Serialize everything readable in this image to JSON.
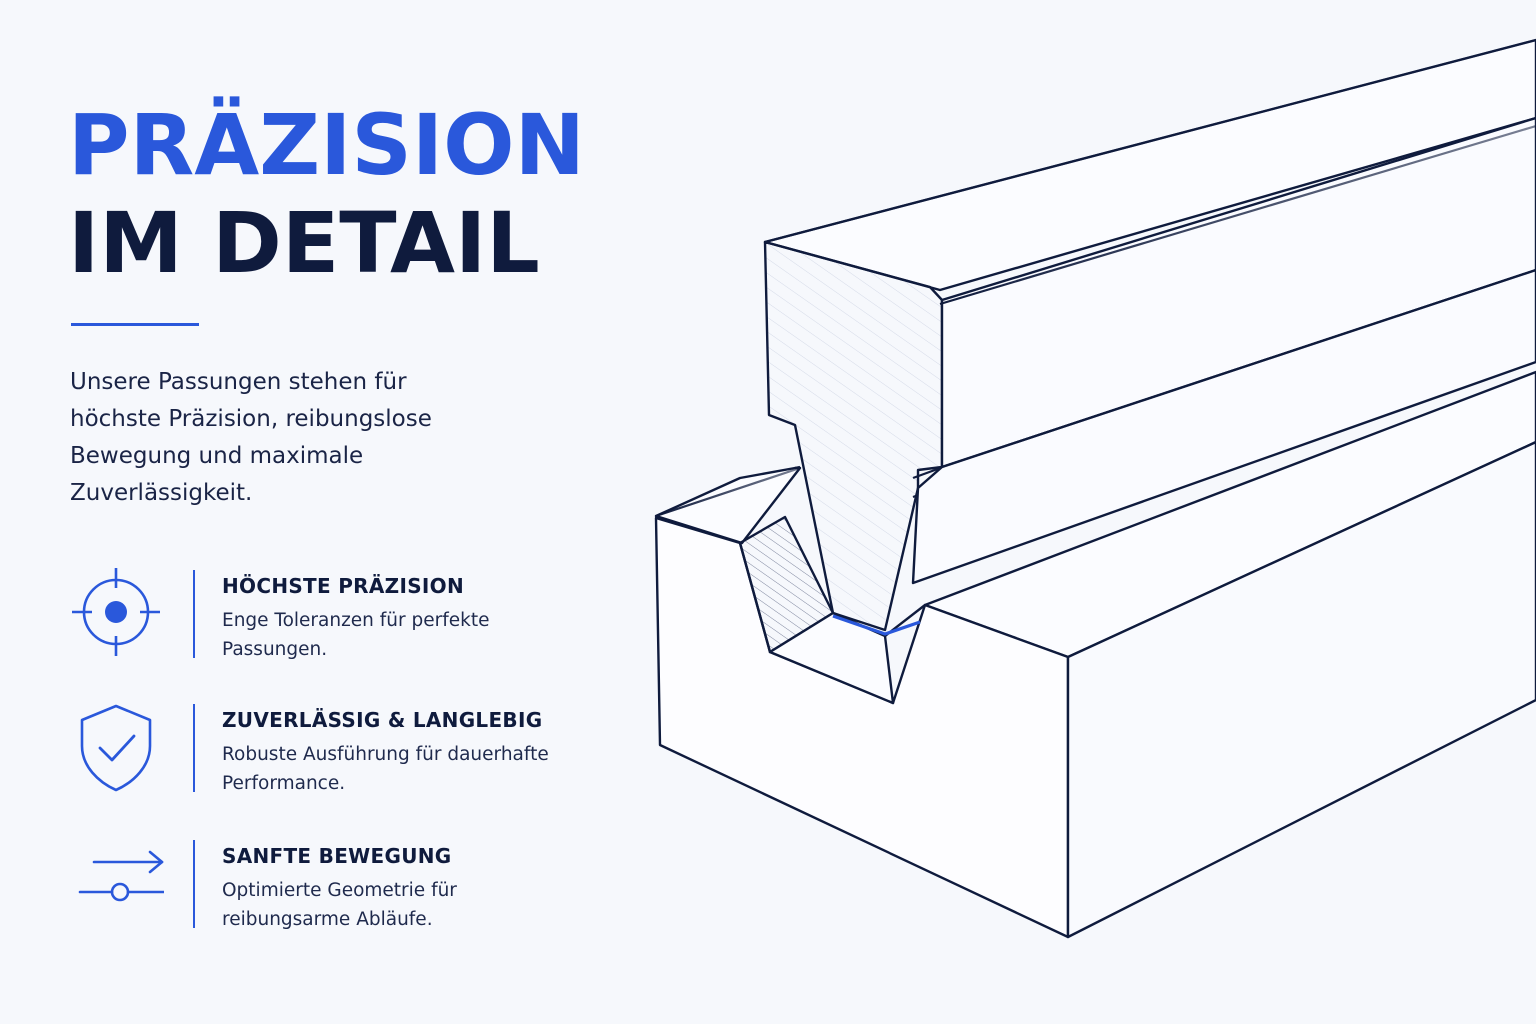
{
  "headline": {
    "line1": "PRÄZISION",
    "line2": "IM DETAIL"
  },
  "intro": "Unsere Passungen stehen für höchste Präzision, reibungslose Bewegung und maximale Zuverlässigkeit.",
  "features": [
    {
      "icon": "crosshair-icon",
      "title": "HÖCHSTE PRÄZISION",
      "description": "Enge Toleranzen für perfekte Passungen."
    },
    {
      "icon": "shield-check-icon",
      "title": "ZUVERLÄSSIG & LANGLEBIG",
      "description": "Robuste Ausführung für dauerhafte Performance."
    },
    {
      "icon": "motion-arrow-icon",
      "title": "SANFTE BEWEGUNG",
      "description": "Optimierte Geometrie für reibungsarme Abläufe."
    }
  ],
  "colors": {
    "accent": "#2a58db",
    "ink": "#0f1b3d",
    "background": "#f6f8fc"
  }
}
